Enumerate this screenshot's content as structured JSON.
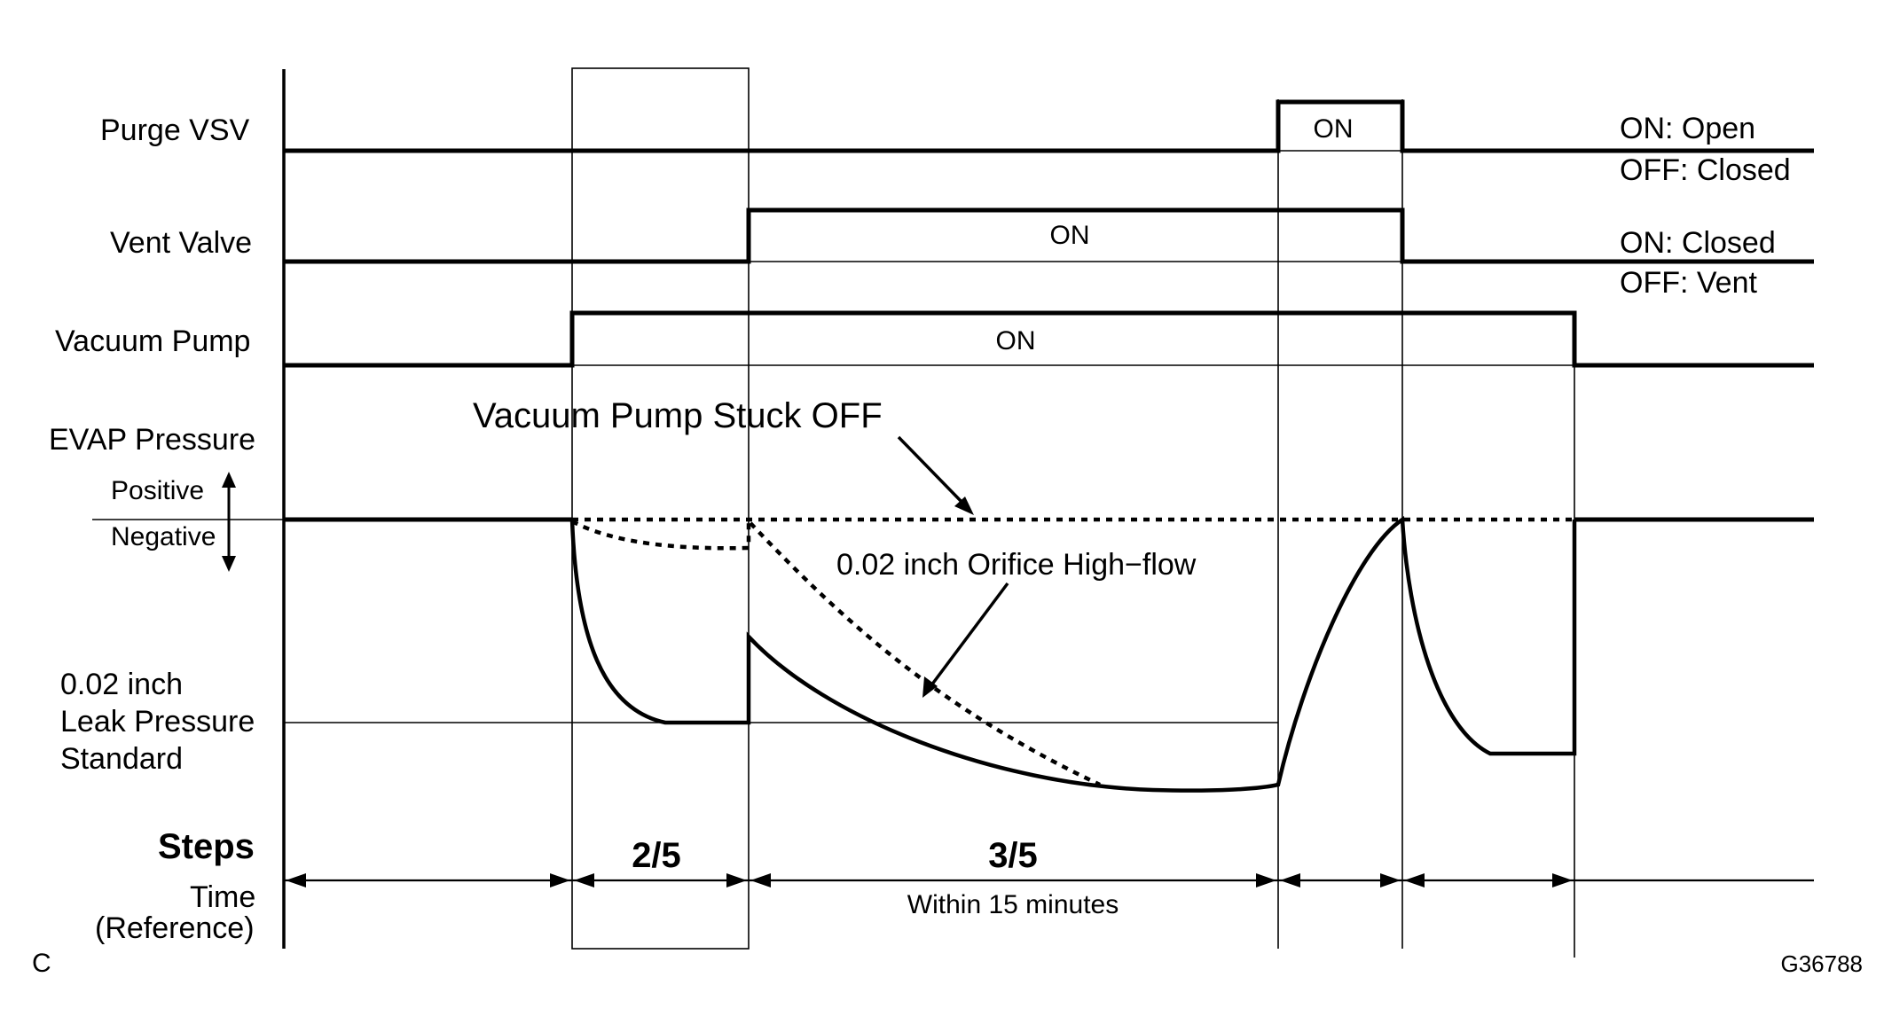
{
  "signals": {
    "purge_vsv": {
      "label": "Purge VSV",
      "on_text": "ON",
      "state_on": "ON: Open",
      "state_off": "OFF: Closed"
    },
    "vent_valve": {
      "label": "Vent Valve",
      "on_text": "ON",
      "state_on": "ON: Closed",
      "state_off": "OFF: Vent"
    },
    "vacuum_pump": {
      "label": "Vacuum Pump",
      "on_text": "ON"
    }
  },
  "pressure": {
    "label": "EVAP Pressure",
    "positive": "Positive",
    "negative": "Negative",
    "leak_line1": "0.02 inch",
    "leak_line2": "Leak Pressure",
    "leak_line3": "Standard",
    "annotation_stuck": "Vacuum Pump Stuck OFF",
    "annotation_orifice": "0.02 inch Orifice High−flow"
  },
  "timeline": {
    "steps_label": "Steps",
    "time_label": "Time",
    "reference_label": "(Reference)",
    "step_2": "2/5",
    "step_3": "3/5",
    "step_3_note": "Within 15 minutes"
  },
  "corner_left": "C",
  "figure_id": "G36788"
}
